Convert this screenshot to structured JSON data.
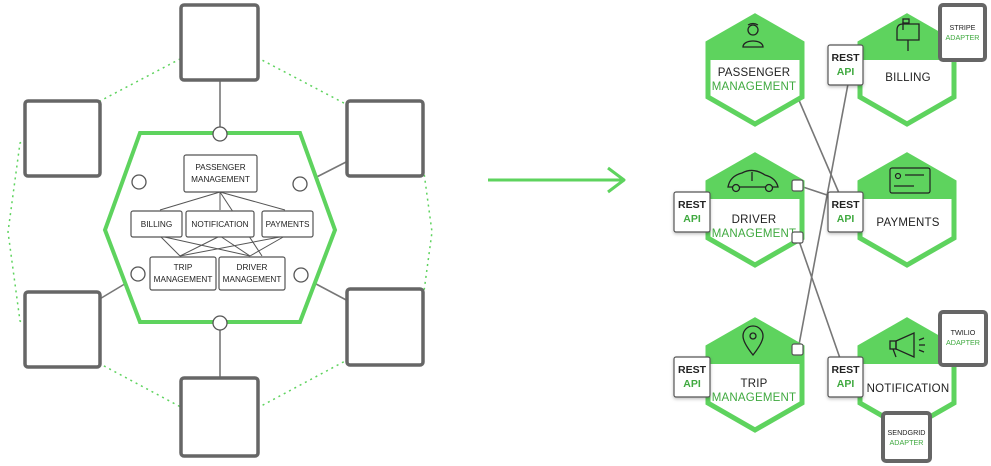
{
  "monolith": {
    "modules": {
      "passenger": [
        "PASSENGER",
        "MANAGEMENT"
      ],
      "billing": "BILLING",
      "notification": "NOTIFICATION",
      "payments": "PAYMENTS",
      "trip": [
        "TRIP",
        "MANAGEMENT"
      ],
      "driver": [
        "DRIVER",
        "MANAGEMENT"
      ]
    }
  },
  "microservices": {
    "passenger": {
      "title": "PASSENGER",
      "subtitle": "MANAGEMENT",
      "icon": "person-icon"
    },
    "billing": {
      "title": "BILLING",
      "icon": "mailbox-icon"
    },
    "driver": {
      "title": "DRIVER",
      "subtitle": "MANAGEMENT",
      "icon": "car-icon"
    },
    "payments": {
      "title": "PAYMENTS",
      "icon": "credit-card-icon"
    },
    "trip": {
      "title": "TRIP",
      "subtitle": "MANAGEMENT",
      "icon": "map-pin-icon"
    },
    "notification": {
      "title": "NOTIFICATION",
      "icon": "megaphone-icon"
    }
  },
  "rest_api": {
    "line1": "REST",
    "line2": "API"
  },
  "adapters": {
    "stripe": [
      "STRIPE",
      "ADAPTER"
    ],
    "twilio": [
      "TWILIO",
      "ADAPTER"
    ],
    "sendgrid": [
      "SENDGRID",
      "ADAPTER"
    ]
  },
  "colors": {
    "accent": "#5ed35e",
    "accent_text": "#3fa93f",
    "box_border": "#666666",
    "line": "#777777"
  }
}
